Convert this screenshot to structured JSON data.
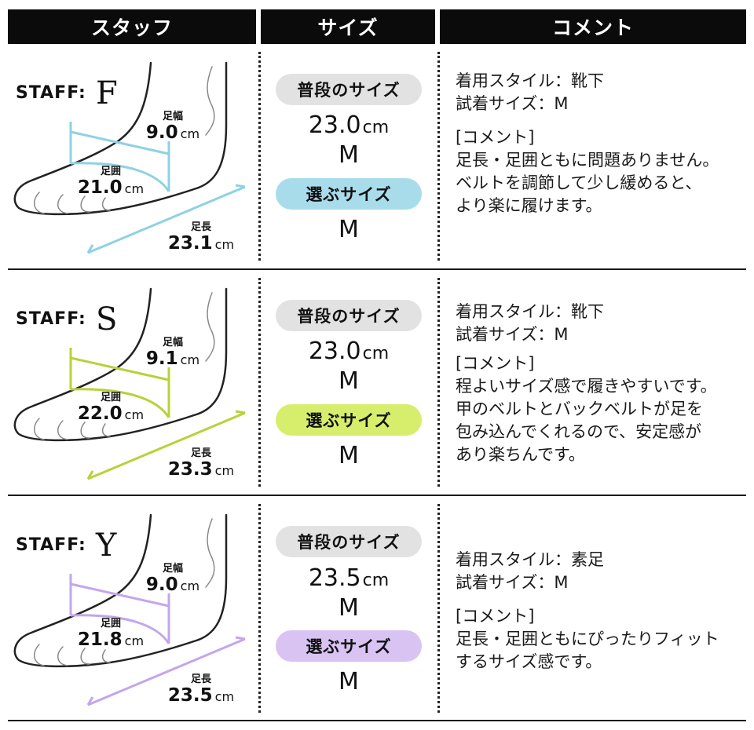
{
  "header": {
    "staff": "スタッフ",
    "size": "サイズ",
    "comment": "コメント"
  },
  "staff_prefix": "STAFF",
  "staff_colon": ":",
  "labels": {
    "width": "足幅",
    "girth": "足囲",
    "length": "足長",
    "unit": "cm",
    "usual_size": "普段のサイズ",
    "chosen_size": "選ぶサイズ"
  },
  "rows": [
    {
      "initial": "F",
      "accent": "#8dd2e3",
      "width": "9.0",
      "girth": "21.0",
      "length": "23.1",
      "usual_cm": "23.0",
      "usual_letter": "M",
      "chosen": "M",
      "comment": {
        "style": "着用スタイル：靴下",
        "tried": "試着サイズ：M",
        "heading": "[コメント]",
        "lines": [
          "足長・足囲ともに問題ありません。",
          "ベルトを調節して少し緩めると、",
          "より楽に履けます。"
        ]
      }
    },
    {
      "initial": "S",
      "accent": "#b7d23a",
      "width": "9.1",
      "girth": "22.0",
      "length": "23.3",
      "usual_cm": "23.0",
      "usual_letter": "M",
      "chosen": "M",
      "comment": {
        "style": "着用スタイル：靴下",
        "tried": "試着サイズ：M",
        "heading": "[コメント]",
        "lines": [
          "程よいサイズ感で履きやすいです。",
          "甲のベルトとバックベルトが足を",
          "包み込んでくれるので、安定感が",
          "あり楽ちんです。"
        ]
      }
    },
    {
      "initial": "Y",
      "accent": "#c3a6ec",
      "width": "9.0",
      "girth": "21.8",
      "length": "23.5",
      "usual_cm": "23.5",
      "usual_letter": "M",
      "chosen": "M",
      "comment": {
        "style": "着用スタイル：素足",
        "tried": "試着サイズ：M",
        "heading": "[コメント]",
        "lines": [
          "足長・足囲ともにぴったりフィット",
          "するサイズ感です。"
        ]
      }
    }
  ]
}
